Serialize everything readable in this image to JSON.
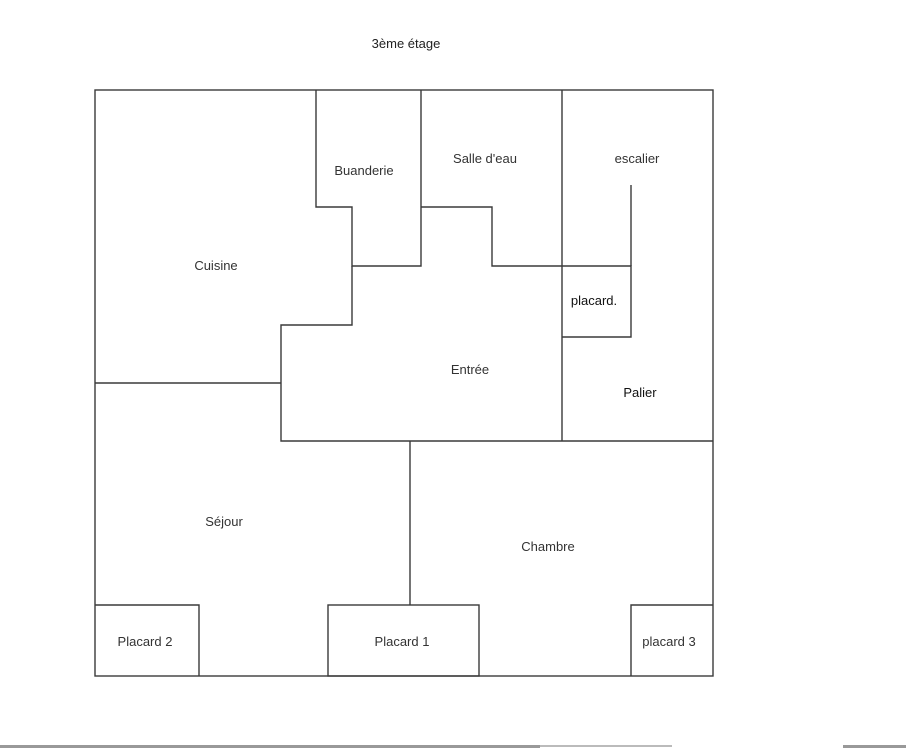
{
  "title": "3ème étage",
  "rooms": {
    "cuisine": "Cuisine",
    "buanderie": "Buanderie",
    "salle_deau": "Salle d'eau",
    "escalier": "escalier",
    "placard": "placard.",
    "entree": "Entrée",
    "palier": "Palier",
    "sejour": "Séjour",
    "chambre": "Chambre",
    "placard2": "Placard 2",
    "placard1": "Placard 1",
    "placard3": "placard 3"
  }
}
